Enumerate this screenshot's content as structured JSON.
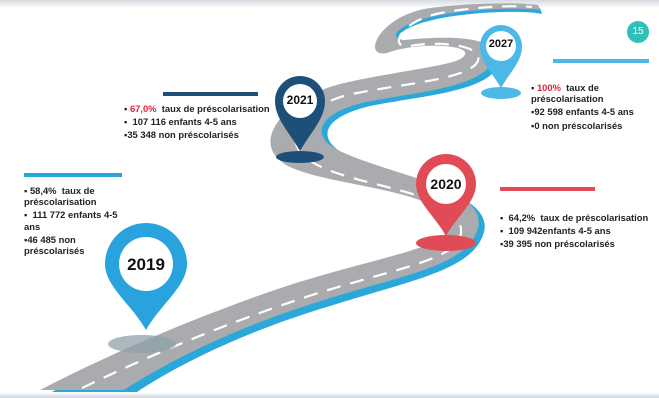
{
  "page_number": "15",
  "colors": {
    "road": "#a9abae",
    "road_edge": "#2aa8d9",
    "pin_2019": "#29a3dd",
    "pin_2020": "#e04b56",
    "pin_2021": "#1d4f78",
    "pin_2027": "#4bb8e8",
    "highlight": "#e0233f"
  },
  "milestones": {
    "y2019": {
      "year": "2019",
      "rate": "58,4%",
      "rate_label": "taux de préscolarisation",
      "children": "111 772 enfants 4-5 ans",
      "non_preschool": "46 485 non préscolarisés"
    },
    "y2020": {
      "year": "2020",
      "rate": "64,2%",
      "rate_label": "taux de préscolarisation",
      "children": "109 942enfants 4-5 ans",
      "non_preschool": "39 395 non préscolarisés"
    },
    "y2021": {
      "year": "2021",
      "rate": "67,0%",
      "rate_label": "taux de préscolarisation",
      "children": "107 116 enfants 4-5 ans",
      "non_preschool": "35 348 non préscolarisés"
    },
    "y2027": {
      "year": "2027",
      "rate": "100%",
      "rate_label": "taux de préscolarisation",
      "children": "92 598 enfants 4-5 ans",
      "non_preschool": "0 non préscolarisés"
    }
  }
}
